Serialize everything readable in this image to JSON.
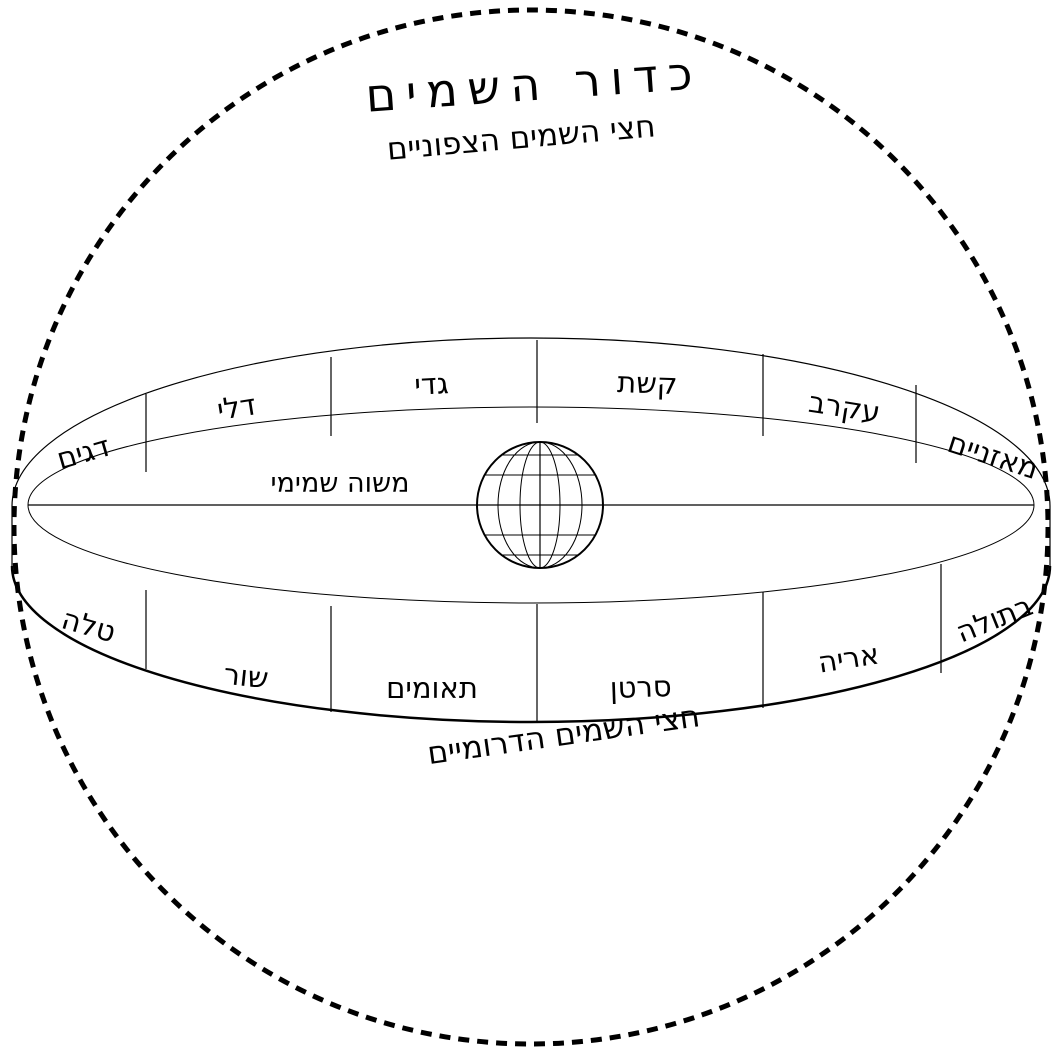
{
  "colors": {
    "ink": "#000000",
    "background": "#ffffff"
  },
  "sphere": {
    "title": "כדור השמים",
    "northern": "חצי השמים הצפוניים",
    "southern": "חצי השמים הדרומיים"
  },
  "equator_label": "משוה שמימי",
  "earth_icon": "globe-icon",
  "zodiac_upper": [
    "דגים",
    "דלי",
    "גדי",
    "קשת",
    "עקרב",
    "מאזניים"
  ],
  "zodiac_lower": [
    "טלה",
    "שור",
    "תאומים",
    "סרטן",
    "אריה",
    "בתולה"
  ]
}
